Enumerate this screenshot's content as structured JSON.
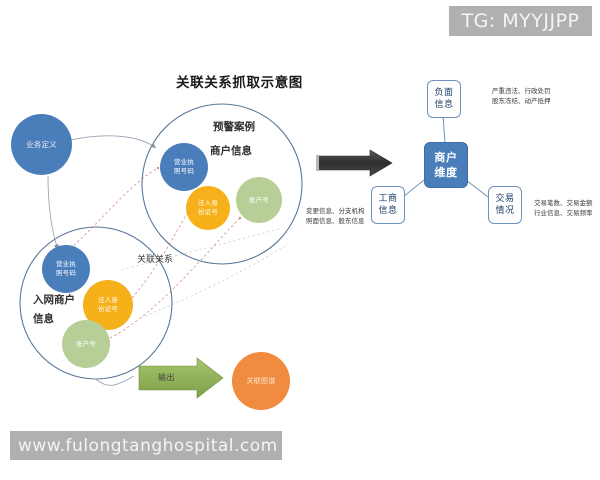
{
  "banners": {
    "tg": "TG: MYYJJPP",
    "site": "www.fulongtanghospital.com"
  },
  "diagram": {
    "title": "关联关系抓取示意图",
    "business_definition": "业务定义",
    "upper_group": {
      "label_line1": "预警案例",
      "label_line2": "商户信息",
      "bubbles": [
        {
          "id": "license",
          "line1": "营业执",
          "line2": "照号码",
          "color": "#4a7ebb"
        },
        {
          "id": "idcard",
          "line1": "法人身",
          "line2": "份证号",
          "color": "#f5b01a"
        },
        {
          "id": "account",
          "line1": "账户号",
          "line2": "",
          "color": "#b7cf96"
        }
      ]
    },
    "lower_group": {
      "label_line1": "入网商户",
      "label_line2": "信息",
      "bubbles": [
        {
          "id": "license",
          "line1": "营业执",
          "line2": "照号码",
          "color": "#4a7ebb"
        },
        {
          "id": "idcard",
          "line1": "法人身",
          "line2": "份证号",
          "color": "#f5b01a"
        },
        {
          "id": "account",
          "line1": "账户号",
          "line2": "",
          "color": "#b7cf96"
        }
      ]
    },
    "relation_label": "关联关系",
    "output": {
      "arrow_label": "输出",
      "result_line1": "关联图谱",
      "result_line2": ""
    }
  },
  "mindmap": {
    "center": {
      "line1": "商户",
      "line2": "维度"
    },
    "nodes": [
      {
        "id": "negative",
        "line1": "负面",
        "line2": "信息",
        "note_line1": "严重违法、行政处罚",
        "note_line2": "股东冻结、动产抵押"
      },
      {
        "id": "commerce",
        "line1": "工商",
        "line2": "信息",
        "note_line1": "变更信息、分支机构",
        "note_line2": "照面信息、股东信息"
      },
      {
        "id": "transaction",
        "line1": "交易",
        "line2": "情况",
        "note_line1": "交易笔数、交易金额",
        "note_line2": "行业信息、交易频率"
      }
    ]
  },
  "colors": {
    "blue": "#4a7ebb",
    "yellow": "#f5b01a",
    "green": "#b7cf96",
    "orange": "#f18b3f",
    "arrow_green": "#8fb05a",
    "arrow_black": "#3f3f3f",
    "banner_gray": "#b0b0b0"
  }
}
